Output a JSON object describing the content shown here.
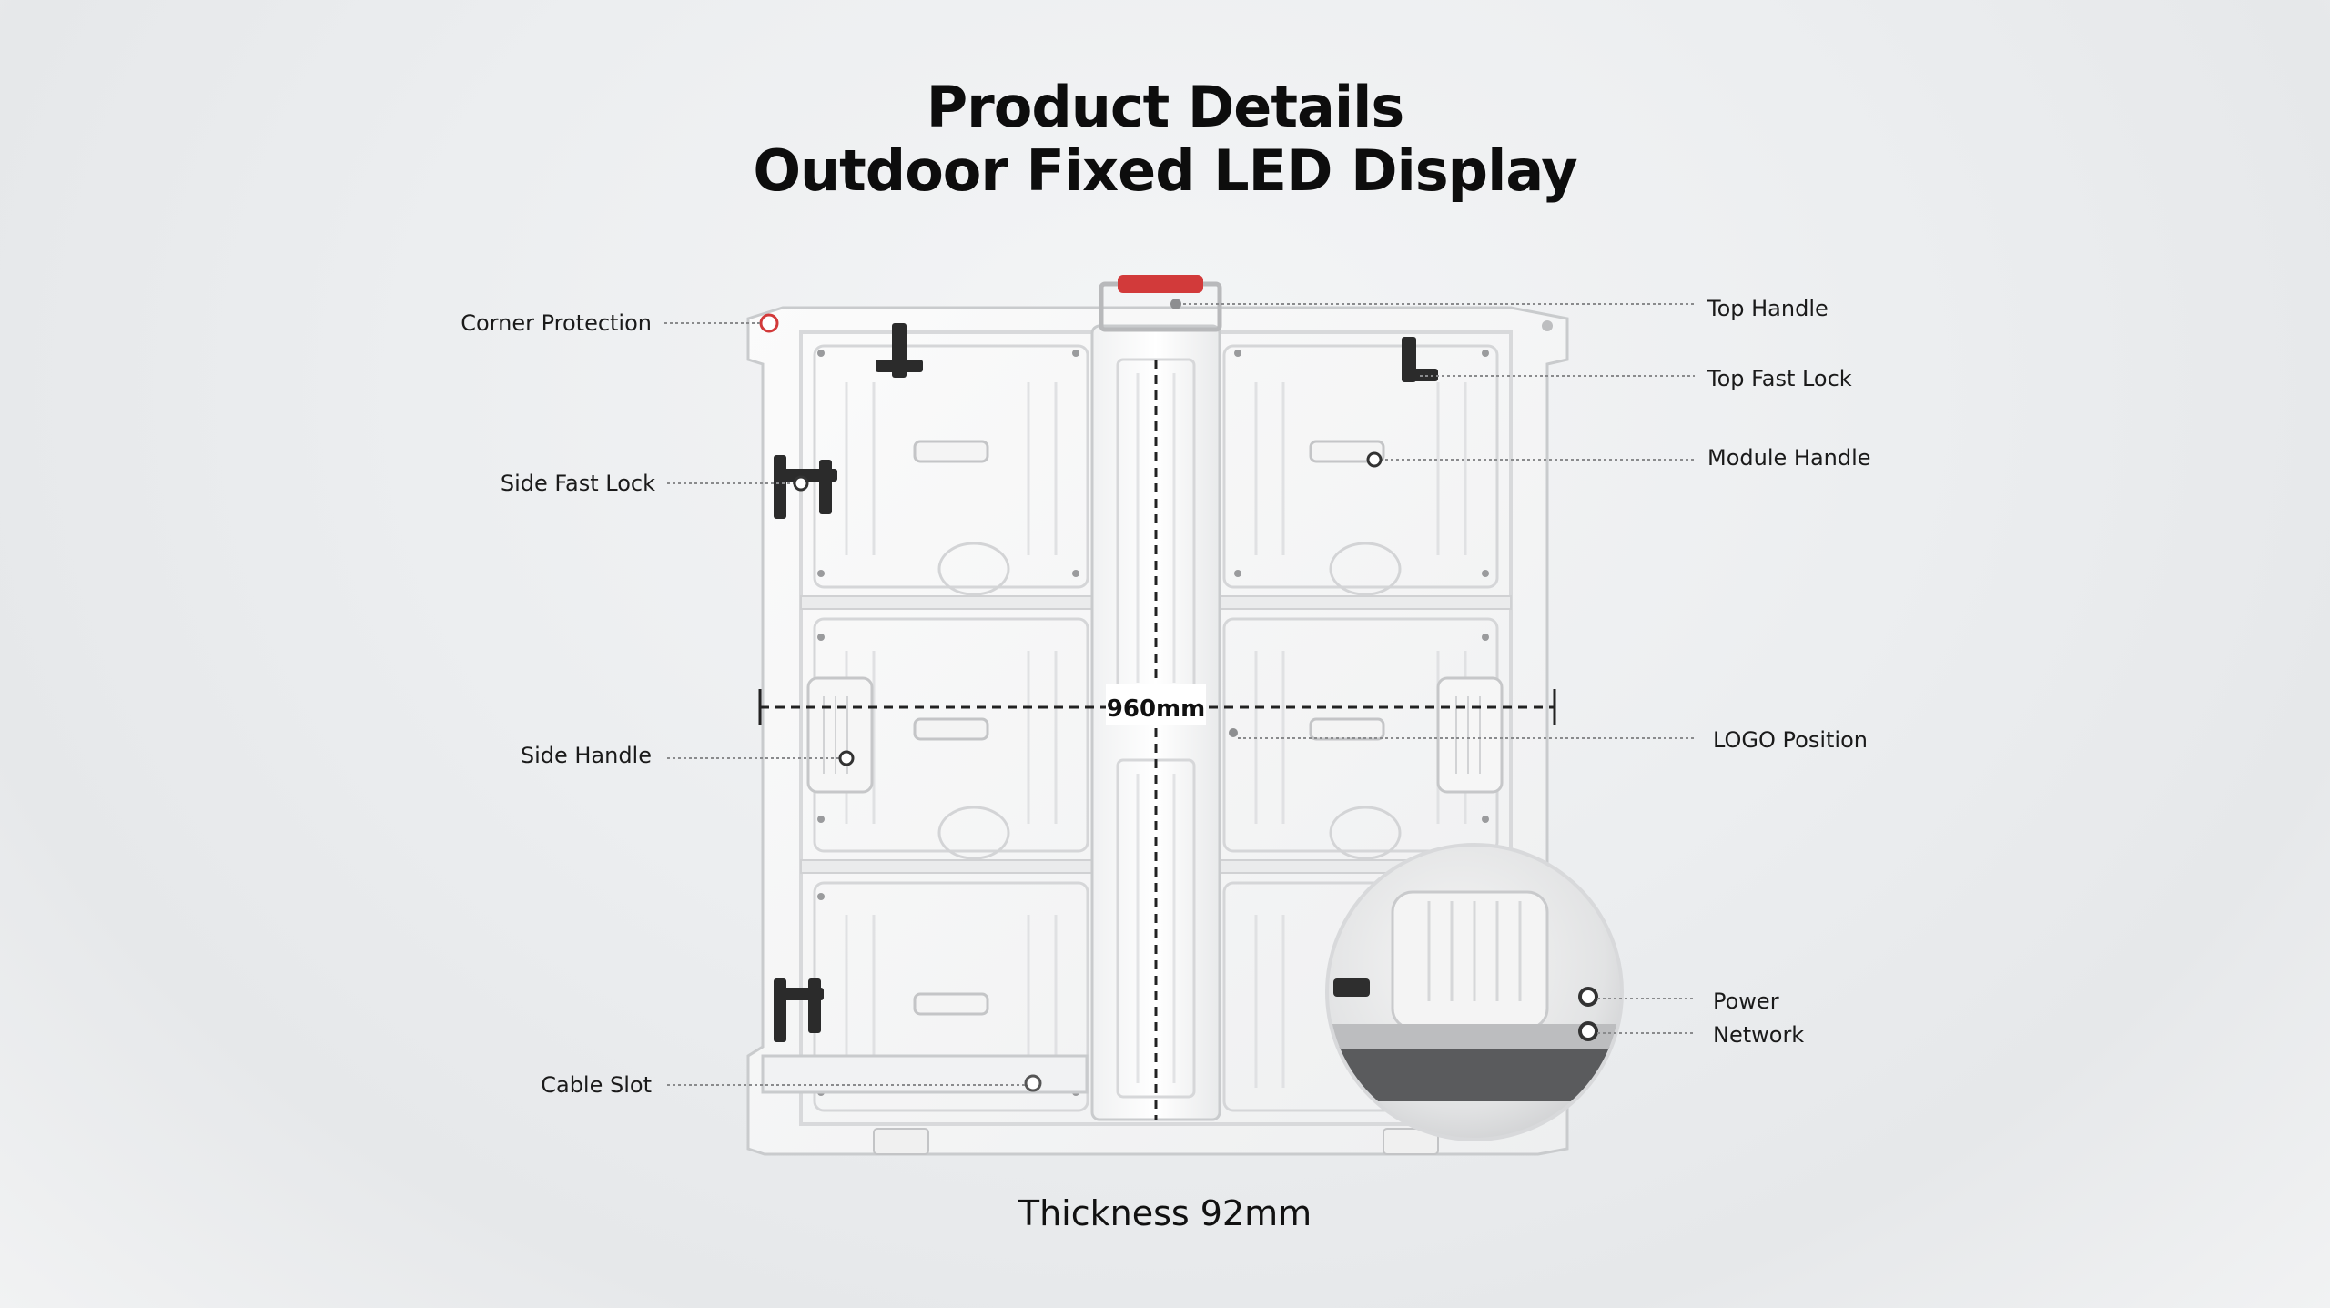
{
  "title": {
    "line1": "Product Details",
    "line2": "Outdoor Fixed LED Display"
  },
  "callouts": {
    "left": {
      "corner_protection": "Corner Protection",
      "side_fast_lock": "Side Fast Lock",
      "side_handle": "Side Handle",
      "cable_slot": "Cable Slot"
    },
    "right": {
      "top_handle": "Top Handle",
      "top_fast_lock": "Top Fast Lock",
      "module_handle": "Module Handle",
      "logo_position": "LOGO Position",
      "power": "Power",
      "network": "Network"
    }
  },
  "dimension_width": "960mm",
  "thickness": "Thickness 92mm",
  "colors": {
    "handle_accent": "#d23a3a",
    "cabinet": "#f7f7f7",
    "cabinet_edge": "#c9cbcd",
    "lock_dark": "#2b2b2b"
  }
}
